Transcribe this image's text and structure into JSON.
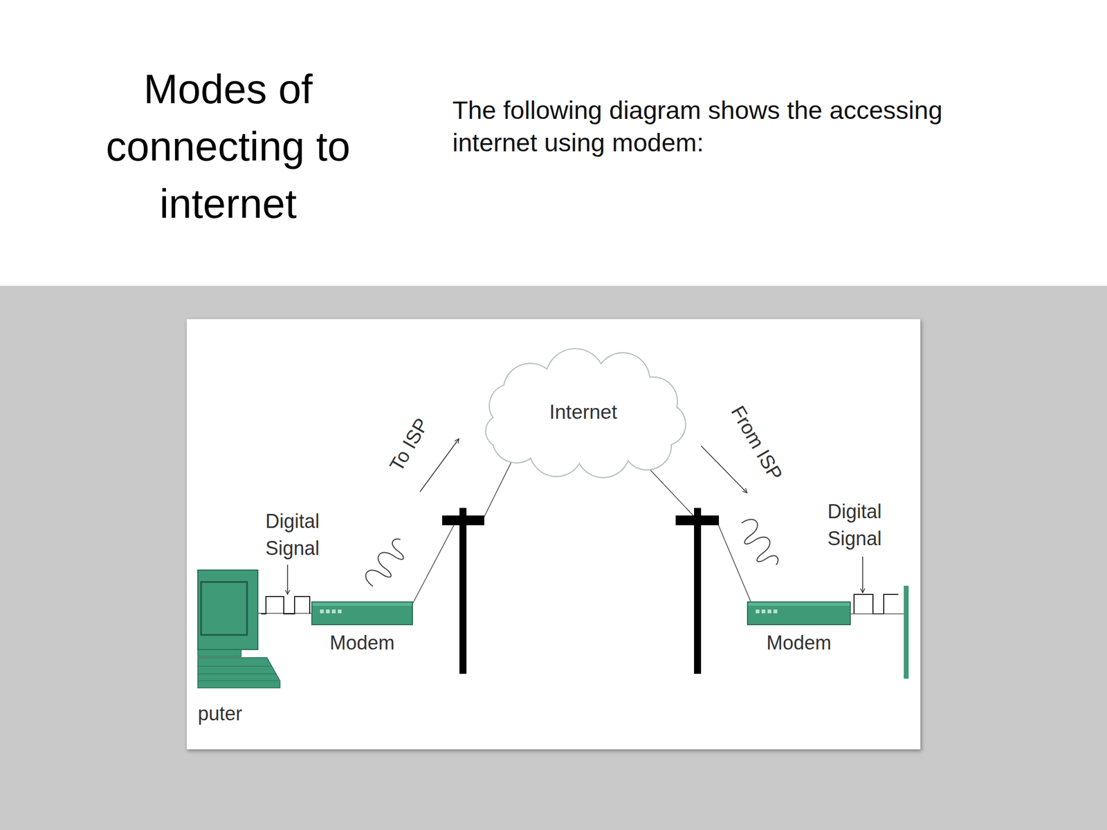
{
  "diagram": {
    "title": "Modes of connecting to internet",
    "caption": "The following diagram shows the accessing internet using modem:",
    "nodes": [
      {
        "text": [
          "Internet"
        ]
      },
      {
        "text": [
          "puter"
        ]
      },
      {
        "text": [
          "Modem"
        ]
      },
      {
        "text": [
          "Modem"
        ]
      }
    ],
    "edges": [
      {
        "from": 1,
        "to": 2,
        "arrow": "none"
      },
      {
        "from": 2,
        "to": 0,
        "arrow": "none"
      },
      {
        "from": 0,
        "to": 3,
        "arrow": "none"
      }
    ],
    "labels": [
      "To ISP",
      "From ISP",
      "Digital Signal",
      "Digital Signal"
    ]
  }
}
